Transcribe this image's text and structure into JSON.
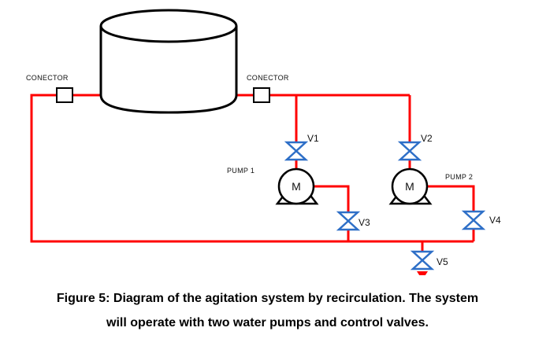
{
  "labels": {
    "connector_left": "CONECTOR",
    "connector_right": "CONECTOR",
    "pump1": "PUMP 1",
    "pump2": "PUMP 2",
    "motor_symbol": "M"
  },
  "valves": [
    "V1",
    "V2",
    "V3",
    "V4",
    "V5"
  ],
  "caption": {
    "line1": "Figure 5: Diagram of the agitation system by recirculation. The system",
    "line2": "will operate with two water pumps and control valves."
  },
  "colors": {
    "pipe": "#ff0000",
    "valve": "#2e6fc7",
    "outline": "#000000"
  }
}
